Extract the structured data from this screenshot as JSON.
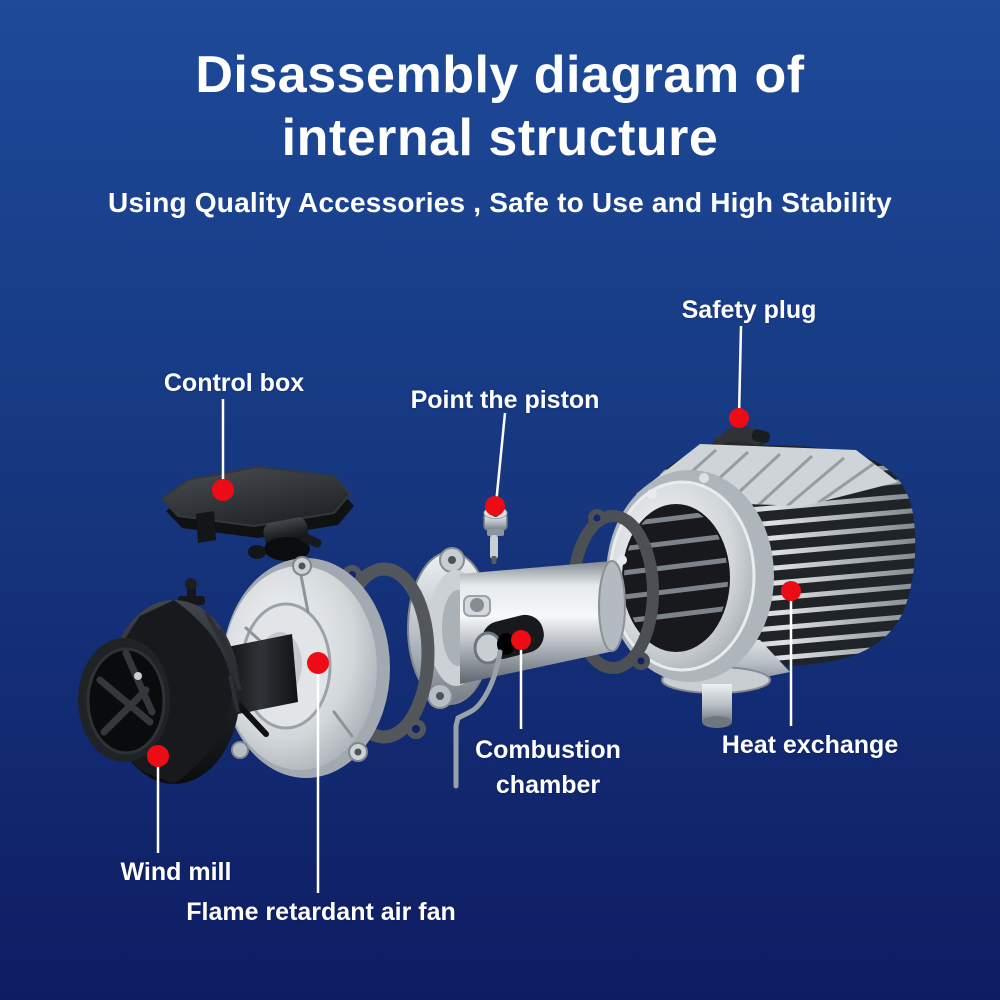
{
  "header": {
    "title_line1": "Disassembly diagram of",
    "title_line2": "internal structure",
    "subtitle": "Using Quality Accessories , Safe to Use and High Stability"
  },
  "labels": {
    "control_box": "Control box",
    "point_the_piston": "Point the piston",
    "safety_plug": "Safety plug",
    "wind_mill": "Wind mill",
    "flame_retardant_air_fan": "Flame retardant air fan",
    "combustion_chamber": "Combustion chamber",
    "heat_exchange": "Heat exchange"
  },
  "colors": {
    "background_top": "#1d4a99",
    "background_mid": "#16377f",
    "background_bottom": "#0e1c63",
    "marker_red": "#ed0c16",
    "leader_line": "#ffffff",
    "text": "#ffffff"
  }
}
